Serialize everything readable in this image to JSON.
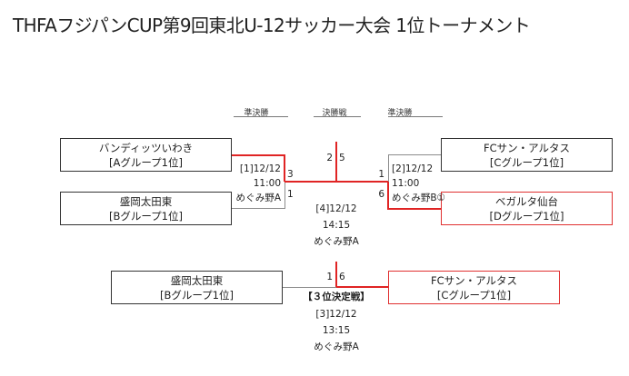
{
  "title": "THFAフジパンCUP第9回東北U-12サッカー大会 1位トーナメント",
  "rounds": {
    "semi_left": "準決勝",
    "final": "決勝戦",
    "semi_right": "準決勝"
  },
  "teams": {
    "a1": {
      "name": "バンディッツいわき",
      "group": "[Aグループ1位]"
    },
    "b1": {
      "name": "盛岡太田東",
      "group": "[Bグループ1位]"
    },
    "c1": {
      "name": "FCサン・アルタス",
      "group": "[Cグループ1位]"
    },
    "d1": {
      "name": "ベガルタ仙台",
      "group": "[Dグループ1位]"
    },
    "third_left": {
      "name": "盛岡太田東",
      "group": "[Bグループ1位]"
    },
    "third_right": {
      "name": "FCサン・アルタス",
      "group": "[Cグループ1位]"
    }
  },
  "matches": {
    "m1": {
      "date": "[1]12/12",
      "time": "11:00",
      "venue": "めぐみ野A",
      "score_top": "3",
      "score_bottom": "1"
    },
    "m2": {
      "date": "[2]12/12",
      "time": "11:00",
      "venue": "めぐみ野B①",
      "score_top": "1",
      "score_bottom": "6"
    },
    "final": {
      "date": "[4]12/12",
      "time": "14:15",
      "venue": "めぐみ野A",
      "score_left": "2",
      "score_right": "5"
    },
    "third": {
      "label": "【３位決定戦】",
      "date": "[3]12/12",
      "time": "13:15",
      "venue": "めぐみ野A",
      "score_left": "1",
      "score_right": "6"
    }
  },
  "colors": {
    "winner_line": "#e02424",
    "line": "#8c8c8c",
    "border": "#333333"
  }
}
